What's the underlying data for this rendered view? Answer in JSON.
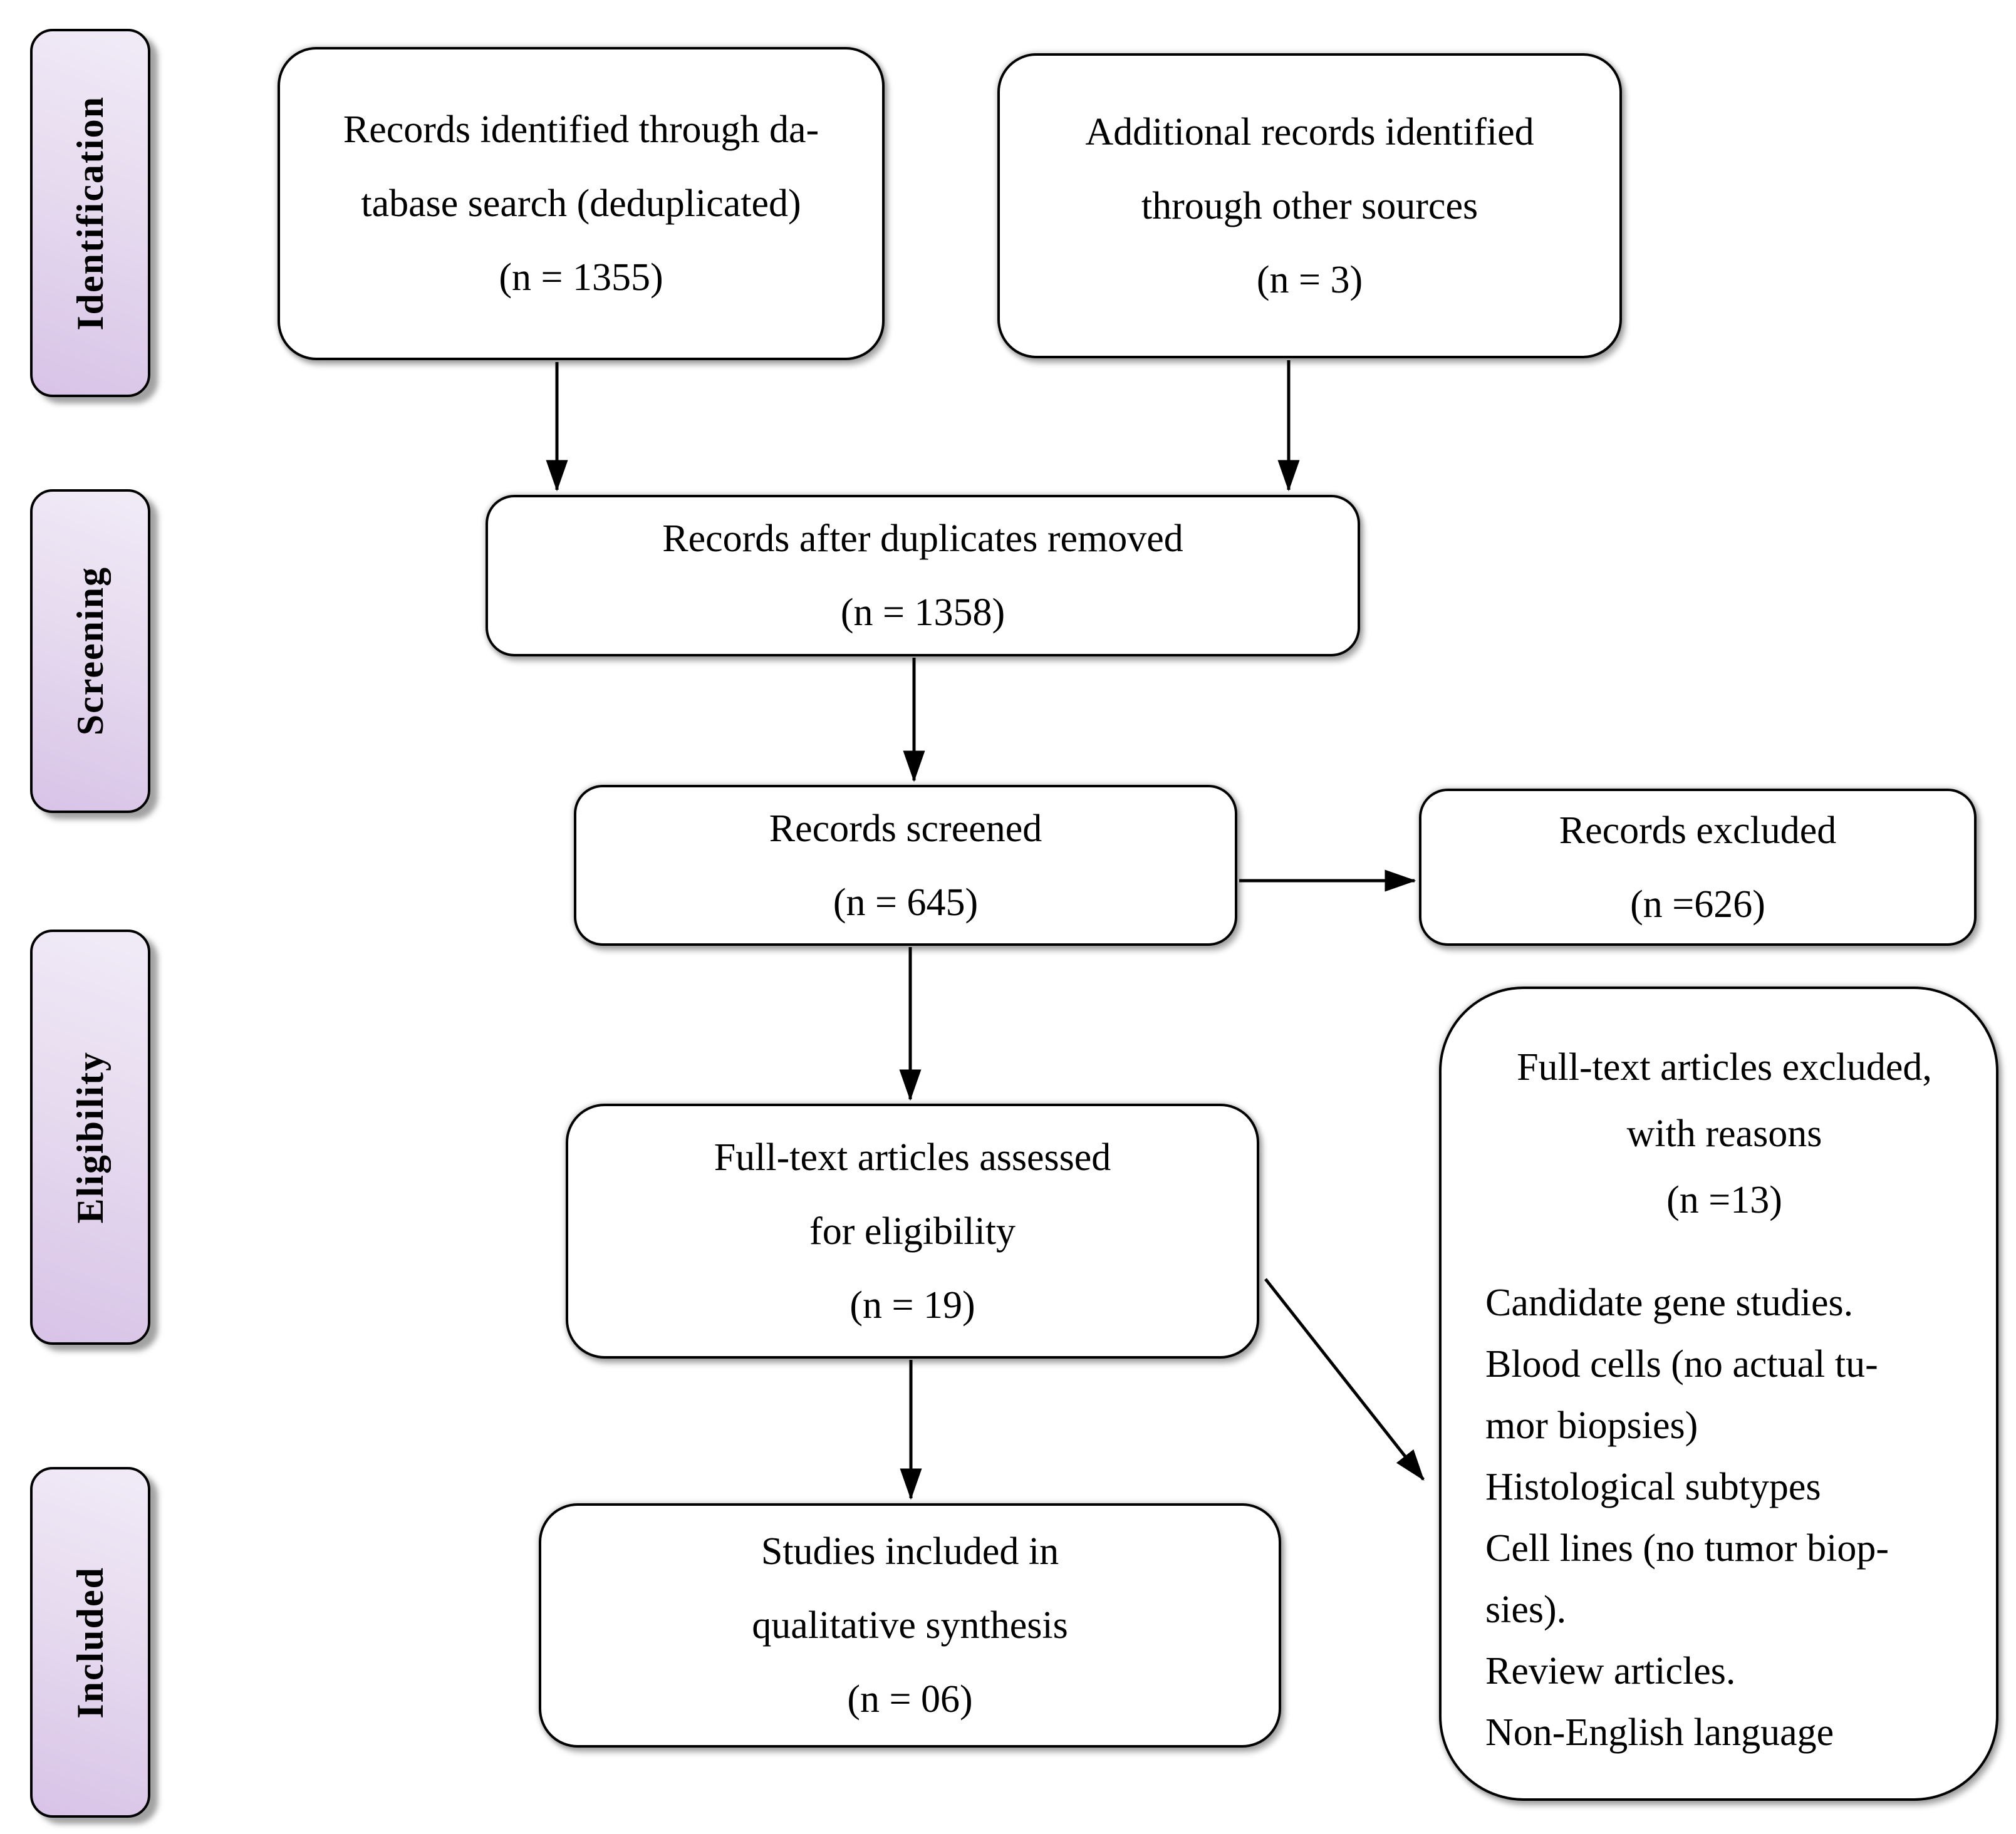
{
  "sidebar": {
    "stages": [
      "Identification",
      "Screening",
      "Eligibility",
      "Included"
    ]
  },
  "boxes": {
    "identified": {
      "lines": [
        "Records identified through da-",
        "tabase search (deduplicated)",
        "(n = 1355)"
      ]
    },
    "additional": {
      "lines": [
        "Additional records identified",
        "through other sources",
        "(n = 3)"
      ]
    },
    "dedup": {
      "lines": [
        "Records after duplicates removed",
        "(n = 1358)"
      ]
    },
    "screened": {
      "lines": [
        "Records screened",
        "(n = 645)"
      ]
    },
    "excluded": {
      "lines": [
        "Records excluded",
        "(n =626)"
      ]
    },
    "fulltext": {
      "lines": [
        "Full-text articles assessed",
        "for eligibility",
        "(n = 19)"
      ]
    },
    "included_studies": {
      "lines": [
        "Studies included in",
        "qualitative synthesis",
        "(n = 06)"
      ]
    },
    "reasons": {
      "header": [
        "Full-text articles excluded,",
        "with reasons",
        "(n =13)"
      ],
      "items": [
        "Candidate gene studies.",
        "Blood cells (no actual tu-",
        "mor biopsies)",
        "Histological subtypes",
        "Cell lines (no tumor biop-",
        "sies).",
        "Review articles.",
        "Non-English language"
      ]
    }
  },
  "colors": {
    "stage_fill_top": "#F1EBF7",
    "stage_fill_bottom": "#D8C3E7",
    "box_border": "#000000",
    "arrow": "#000000"
  }
}
